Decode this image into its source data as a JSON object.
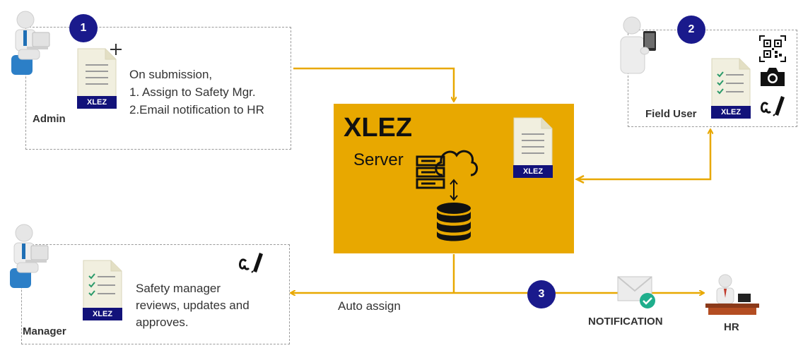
{
  "badges": {
    "one": "1",
    "two": "2",
    "three": "3"
  },
  "admin": {
    "role": "Admin",
    "doc_label": "XLEZ",
    "lines": [
      "On submission,",
      "1. Assign to Safety Mgr.",
      "2.Email notification to HR"
    ]
  },
  "server": {
    "title": "XLEZ",
    "subtitle": "Server",
    "doc_label": "XLEZ"
  },
  "field_user": {
    "role": "Field User",
    "doc_label": "XLEZ"
  },
  "manager": {
    "role": "Manager",
    "doc_label": "XLEZ",
    "lines": [
      "Safety manager",
      "reviews, updates and",
      "approves."
    ]
  },
  "flow": {
    "auto_assign": "Auto assign",
    "notification": "NOTIFICATION",
    "hr": "HR"
  },
  "colors": {
    "accent": "#e8a800",
    "navy": "#12127a",
    "badge": "#1a1a8c"
  },
  "icons": [
    "user-laptop-icon",
    "user-tablet-icon",
    "hr-desk-icon",
    "document-icon",
    "plus-icon",
    "server-rack-icon",
    "cloud-icon",
    "database-icon",
    "qr-code-icon",
    "camera-icon",
    "signature-icon",
    "envelope-icon",
    "check-icon"
  ]
}
